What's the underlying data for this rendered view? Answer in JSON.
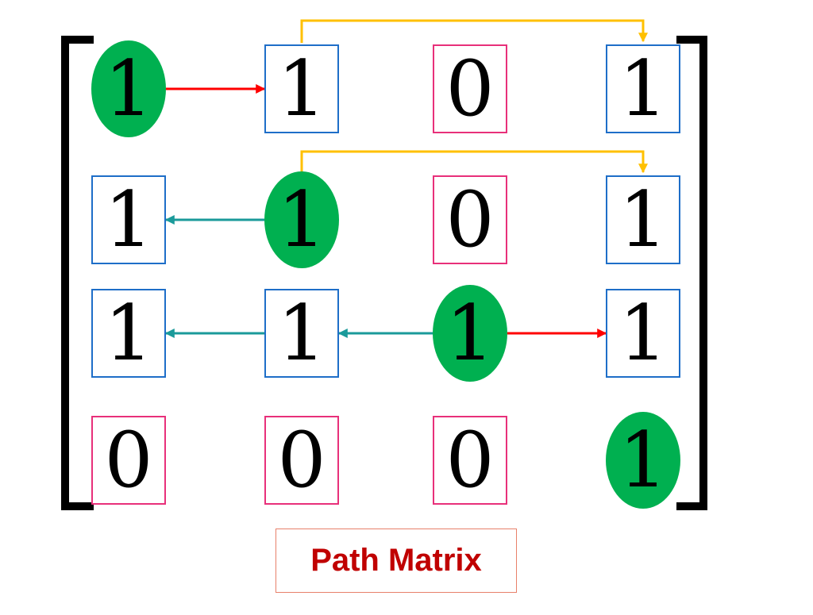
{
  "diagram": {
    "caption": "Path Matrix",
    "matrix": [
      [
        1,
        1,
        0,
        1
      ],
      [
        1,
        1,
        0,
        1
      ],
      [
        1,
        1,
        1,
        1
      ],
      [
        0,
        0,
        0,
        1
      ]
    ],
    "diagonal_style": "green-oval",
    "zero_style": "pink-box",
    "one_style": "blue-box",
    "colors": {
      "oval_fill": "#00b050",
      "one_box_border": "#1e6ec8",
      "zero_box_border": "#e8307a",
      "arrow_right": "#ff0000",
      "arrow_left": "#1a9a9a",
      "arrow_over": "#ffc000",
      "caption_text": "#c00000",
      "caption_border": "#e8806a",
      "bracket": "#000000"
    },
    "arrows": [
      {
        "name": "arrow-r1-c1-to-c2",
        "row": 1,
        "from_col": 1,
        "to_col": 2,
        "kind": "right"
      },
      {
        "name": "arrow-r1-c2-over-to-c4",
        "row": 1,
        "from_col": 2,
        "to_col": 4,
        "kind": "over"
      },
      {
        "name": "arrow-r2-c2-to-c1",
        "row": 2,
        "from_col": 2,
        "to_col": 1,
        "kind": "left"
      },
      {
        "name": "arrow-r2-c2-over-to-c4",
        "row": 2,
        "from_col": 2,
        "to_col": 4,
        "kind": "over"
      },
      {
        "name": "arrow-r3-c2-to-c1",
        "row": 3,
        "from_col": 2,
        "to_col": 1,
        "kind": "left"
      },
      {
        "name": "arrow-r3-c3-to-c2",
        "row": 3,
        "from_col": 3,
        "to_col": 2,
        "kind": "left"
      },
      {
        "name": "arrow-r3-c3-to-c4",
        "row": 3,
        "from_col": 3,
        "to_col": 4,
        "kind": "right"
      }
    ]
  }
}
